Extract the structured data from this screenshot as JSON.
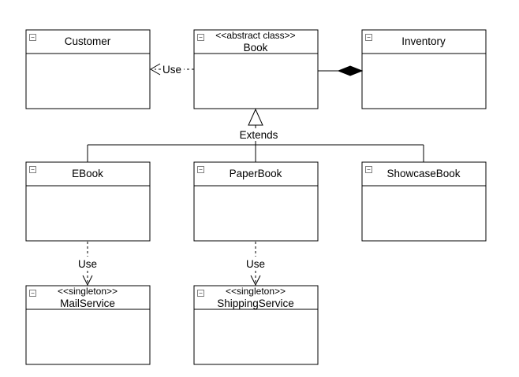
{
  "classes": {
    "customer": {
      "name": "Customer",
      "stereotype": ""
    },
    "book": {
      "name": "Book",
      "stereotype": "<<abstract class>>"
    },
    "inventory": {
      "name": "Inventory",
      "stereotype": ""
    },
    "ebook": {
      "name": "EBook",
      "stereotype": ""
    },
    "paperbook": {
      "name": "PaperBook",
      "stereotype": ""
    },
    "showcasebook": {
      "name": "ShowcaseBook",
      "stereotype": ""
    },
    "mailservice": {
      "name": "MailService",
      "stereotype": "<<singleton>>"
    },
    "shippingservice": {
      "name": "ShippingService",
      "stereotype": "<<singleton>>"
    }
  },
  "relations": {
    "book_uses_customer": {
      "type": "dependency",
      "label": "Use"
    },
    "inventory_composes_book": {
      "type": "composition",
      "label": ""
    },
    "extends": {
      "type": "generalization",
      "label": "Extends"
    },
    "ebook_uses_mail": {
      "type": "dependency",
      "label": "Use"
    },
    "paperbook_uses_shipping": {
      "type": "dependency",
      "label": "Use"
    }
  },
  "colors": {
    "line": "#000000",
    "background": "#ffffff",
    "collapse_icon": "#808080"
  }
}
